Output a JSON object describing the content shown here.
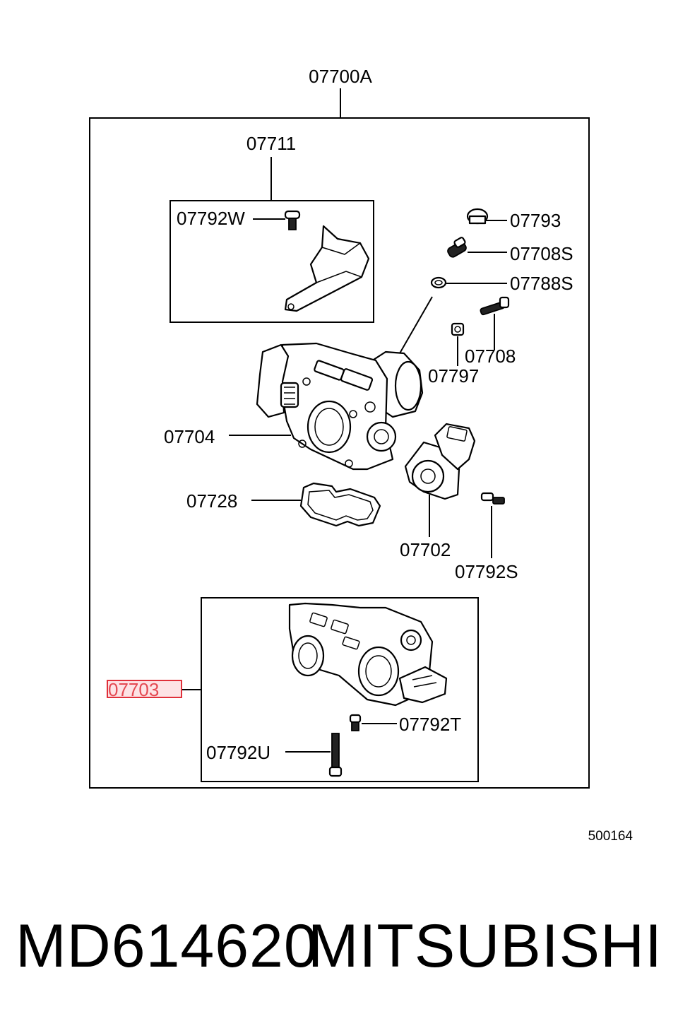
{
  "diagram": {
    "assembly_label": "07700A",
    "labels": {
      "l07711": "07711",
      "l07792W": "07792W",
      "l07793": "07793",
      "l07708S": "07708S",
      "l07788S": "07788S",
      "l07708": "07708",
      "l07797": "07797",
      "l07704": "07704",
      "l07728": "07728",
      "l07702": "07702",
      "l07792S": "07792S",
      "l07703": "07703",
      "l07792T": "07792T",
      "l07792U": "07792U"
    },
    "highlighted_label": "07703",
    "highlight_color": "#e0303a",
    "ref_code": "500164"
  },
  "footer": {
    "part_number": "MD614620",
    "brand": "MITSUBISHI"
  }
}
